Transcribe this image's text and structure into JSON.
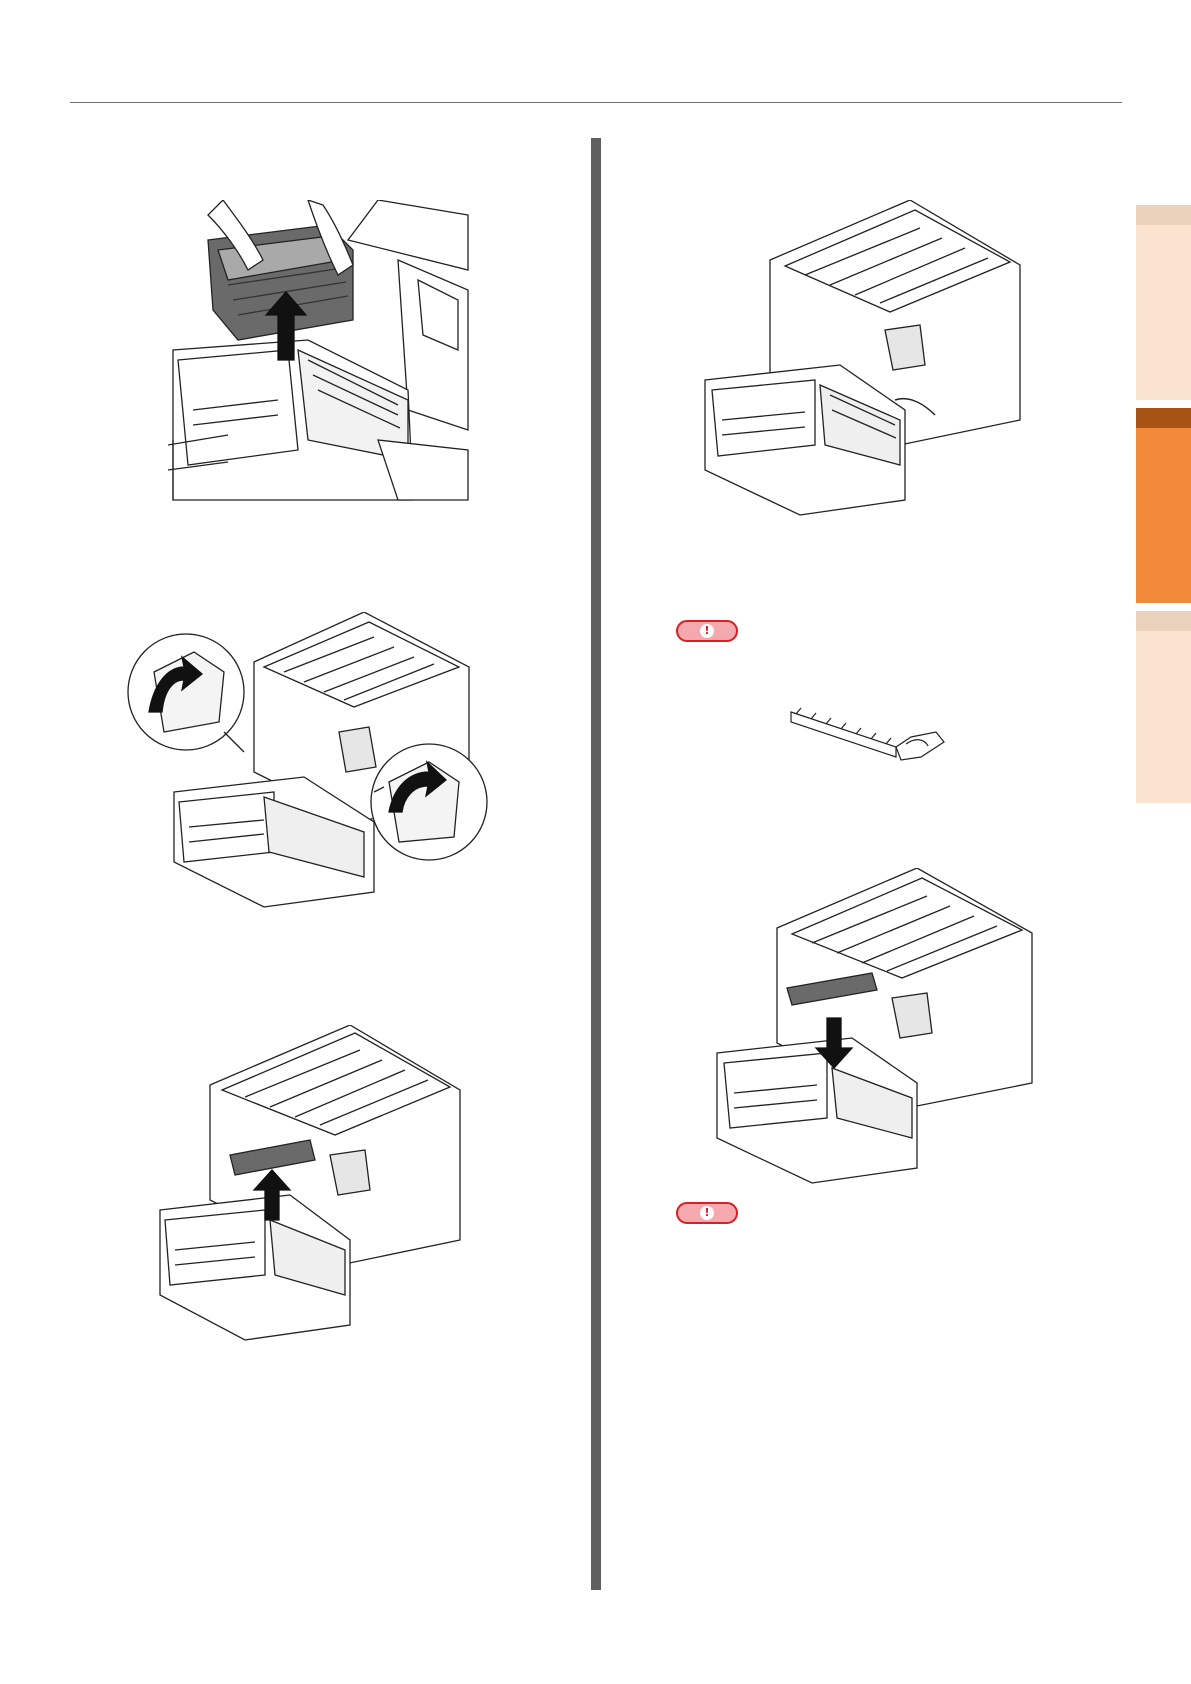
{
  "page": {
    "colors": {
      "rule": "#6f6f6f",
      "divider": "#5f5f5f",
      "tab_inactive": "#fbe4cf",
      "tab_active": "#f08a3a",
      "tab_active_cap": "#a65316",
      "note_fill": "#f3a9ad",
      "note_border": "#d91e26"
    },
    "side_tabs": [
      {
        "state": "inactive"
      },
      {
        "state": "active"
      },
      {
        "state": "inactive"
      }
    ],
    "notes": [
      {
        "icon": "exclamation-icon",
        "glyph": "!"
      },
      {
        "icon": "exclamation-icon",
        "glyph": "!"
      }
    ],
    "illustrations": [
      {
        "name": "fuser-unit-removal",
        "icon": "printer-fuser-lift-illustration"
      },
      {
        "name": "belt-unit-levers",
        "icon": "printer-lever-release-illustration"
      },
      {
        "name": "belt-unit-lift-out",
        "icon": "printer-up-arrow-illustration"
      },
      {
        "name": "printer-open-side",
        "icon": "printer-illustration"
      },
      {
        "name": "hand-holding-part",
        "icon": "hand-part-illustration"
      },
      {
        "name": "belt-unit-insert",
        "icon": "printer-down-arrow-illustration"
      }
    ]
  }
}
